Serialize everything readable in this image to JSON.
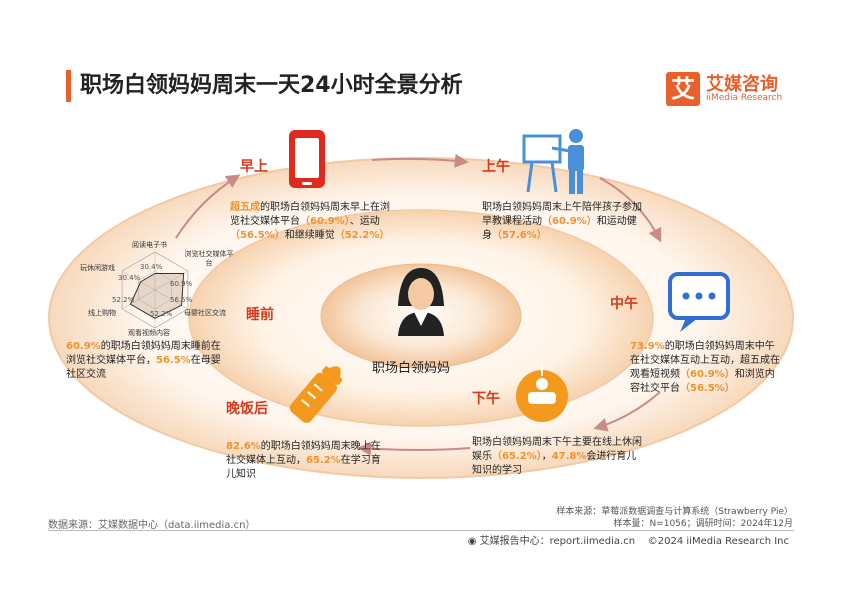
{
  "header": {
    "title": "职场白领妈妈周末一天24小时全景分析"
  },
  "logo": {
    "mark": "艾",
    "name_cn": "艾媒咨询",
    "name_en": "iiMedia Research"
  },
  "center": {
    "label": "职场白领妈妈"
  },
  "periods": {
    "morning": {
      "label": "早上",
      "t1": "超五成",
      "t2": "的职场白领妈妈周末早上在浏览社交媒体平台",
      "t3": "（60.9%）",
      "t4": "、运动",
      "t5": "（56.5%）",
      "t6": "和继续睡觉",
      "t7": "（52.2%）"
    },
    "forenoon": {
      "label": "上午",
      "t1": "职场白领妈妈周末上午陪伴孩子参加早教课程活动",
      "t2": "（60.9%）",
      "t3": "和运动健身",
      "t4": "（57.6%）"
    },
    "noon": {
      "label": "中午",
      "t1": "73.9%",
      "t2": "的职场白领妈妈周末中午在社交媒体互动上互动，超五成在观看短视频",
      "t3": "（60.9%）",
      "t4": "和浏览内容社交平台",
      "t5": "（56.5%）"
    },
    "afternoon": {
      "label": "下午",
      "t1": "职场白领妈妈周末下午主要在线上休闲娱乐",
      "t2": "（65.2%）",
      "t3": "，",
      "t4": "47.8%",
      "t5": "会进行育儿知识的学习"
    },
    "evening": {
      "label": "晚饭后",
      "t1": "82.6%",
      "t2": "的职场白领妈妈周末晚上在社交媒体上互动，",
      "t3": "65.2%",
      "t4": "在学习育儿知识"
    },
    "bedtime": {
      "label": "睡前",
      "t1": "60.9%",
      "t2": "的职场白领妈妈周末睡前在浏览社交媒体平台，",
      "t3": "56.5%",
      "t4": "在母婴社区交流"
    }
  },
  "radar": {
    "axes": [
      "阅读电子书",
      "浏览社交媒体平台",
      "母婴社区交流",
      "观看视频内容",
      "线上购物",
      "玩休闲游戏"
    ],
    "values": [
      "30.4%",
      "60.9%",
      "56.5%",
      "52.2%",
      "52.2%",
      "30.4%"
    ],
    "value_numbers": [
      30.4,
      60.9,
      56.5,
      52.2,
      52.2,
      30.4
    ]
  },
  "footer": {
    "data_source": "数据来源：艾媒数据中心（data.iimedia.cn）",
    "sample_source": "样本来源：草莓派数据调查与计算系统（Strawberry Pie）",
    "sample_info": "样本量：N=1056；调研时间：2024年12月",
    "report_center": "艾媒报告中心：report.iimedia.cn",
    "copyright": "©2024  iiMedia Research  Inc"
  },
  "colors": {
    "accent": "#e8602b",
    "label_red": "#d63a1c",
    "highlight": "#f0922e",
    "ring_outer": "#f6d7b6",
    "ring_inner": "#f8ddc2",
    "icon_blue": "#2f6fd6"
  }
}
